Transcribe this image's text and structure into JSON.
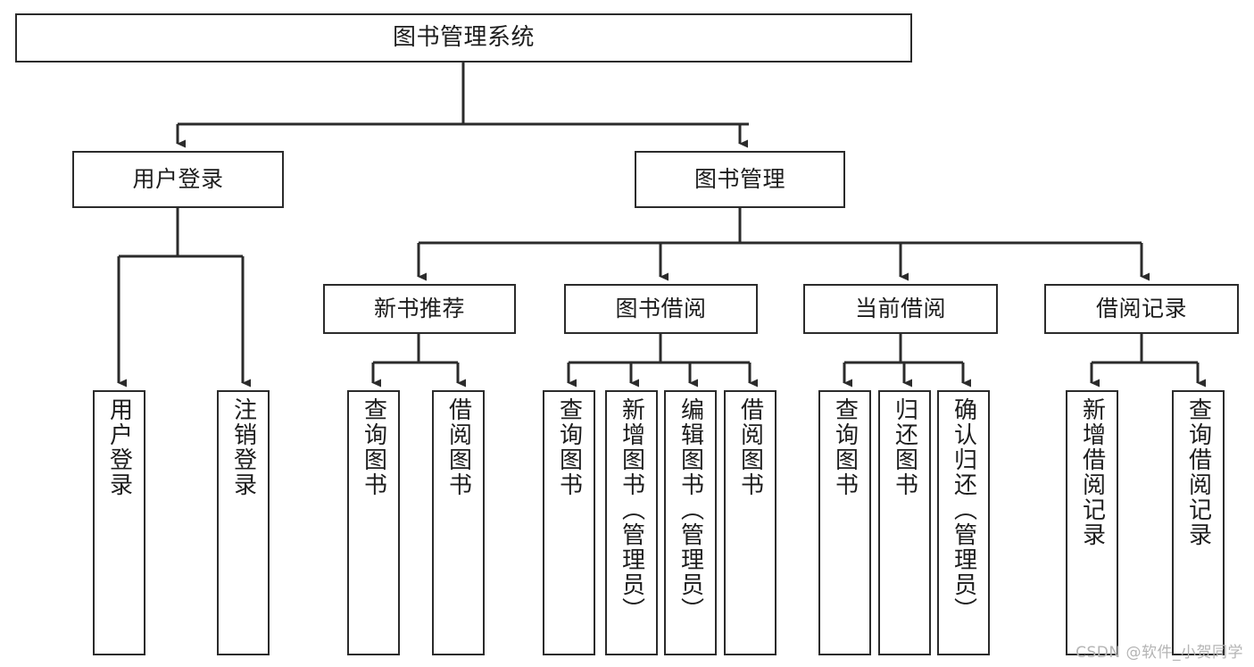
{
  "diagram": {
    "title": "图书管理系统",
    "type": "tree",
    "watermark": "CSDN @软件_小贺同学",
    "colors": {
      "border": "#2b2b2b",
      "background": "#ffffff",
      "text": "#1d1d1d",
      "connector": "#2b2b2b",
      "watermark": "#b4b4b4"
    },
    "root": {
      "label": "图书管理系统"
    },
    "level2": [
      {
        "label": "用户登录"
      },
      {
        "label": "图书管理"
      }
    ],
    "level3": [
      {
        "label": "新书推荐"
      },
      {
        "label": "图书借阅"
      },
      {
        "label": "当前借阅"
      },
      {
        "label": "借阅记录"
      }
    ],
    "leaves": {
      "user_login": [
        {
          "label": "用户登录"
        },
        {
          "label": "注销登录"
        }
      ],
      "new_book_recommend": [
        {
          "label": "查询图书"
        },
        {
          "label": "借阅图书"
        }
      ],
      "book_borrow": [
        {
          "label": "查询图书"
        },
        {
          "label": "新增图书（管理员）"
        },
        {
          "label": "编辑图书（管理员）"
        },
        {
          "label": "借阅图书"
        }
      ],
      "current_borrow": [
        {
          "label": "查询图书"
        },
        {
          "label": "归还图书"
        },
        {
          "label": "确认归还（管理员）"
        }
      ],
      "borrow_record": [
        {
          "label": "新增借阅记录"
        },
        {
          "label": "查询借阅记录"
        }
      ]
    }
  }
}
